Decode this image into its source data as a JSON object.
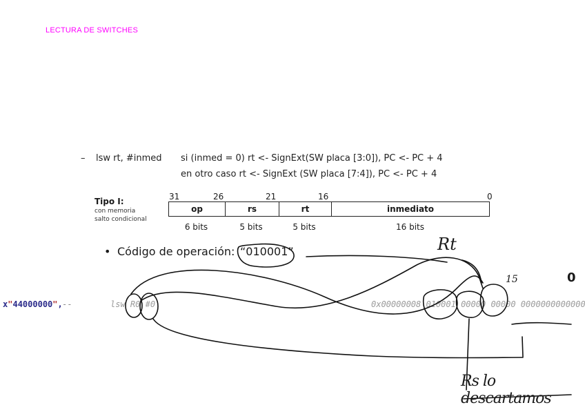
{
  "section_title": "LECTURA DE SWITCHES",
  "instruction": {
    "dash": "–",
    "syntax": "lsw rt, #inmed",
    "cond1": "si (inmed = 0) rt <- SignExt(SW placa [3:0]), PC <- PC + 4",
    "cond2": "en otro caso   rt <- SignExt (SW placa [7:4]), PC <- PC + 4"
  },
  "format": {
    "title": "Tipo I:",
    "subtitle1": "con memoria",
    "subtitle2": "salto condicional",
    "bit_positions": [
      "31",
      "26",
      "21",
      "16",
      "0"
    ],
    "fields": [
      {
        "name": "op",
        "bits": "6 bits"
      },
      {
        "name": "rs",
        "bits": "5 bits"
      },
      {
        "name": "rt",
        "bits": "5 bits"
      },
      {
        "name": "inmediato",
        "bits": "16 bits"
      }
    ]
  },
  "opcode": {
    "bullet": "•",
    "label": "Código de operación:",
    "value": "“010001”"
  },
  "code": {
    "hex_literal": "44000000",
    "hex_quote": "\"",
    "hex_suffix": ",",
    "dots": "--",
    "mnemonic": "lsw",
    "reg": "R0",
    "imm": "#0",
    "machine_prefix": "0x00000008",
    "op_bits": "010001",
    "rs_bits": "00000",
    "rt_bits": "00000",
    "imm_bits": "0000000000000000"
  },
  "handwriting": {
    "rt": "Rt",
    "fifteen": "15",
    "zero": "0",
    "note": "Rs lo descartamos"
  }
}
